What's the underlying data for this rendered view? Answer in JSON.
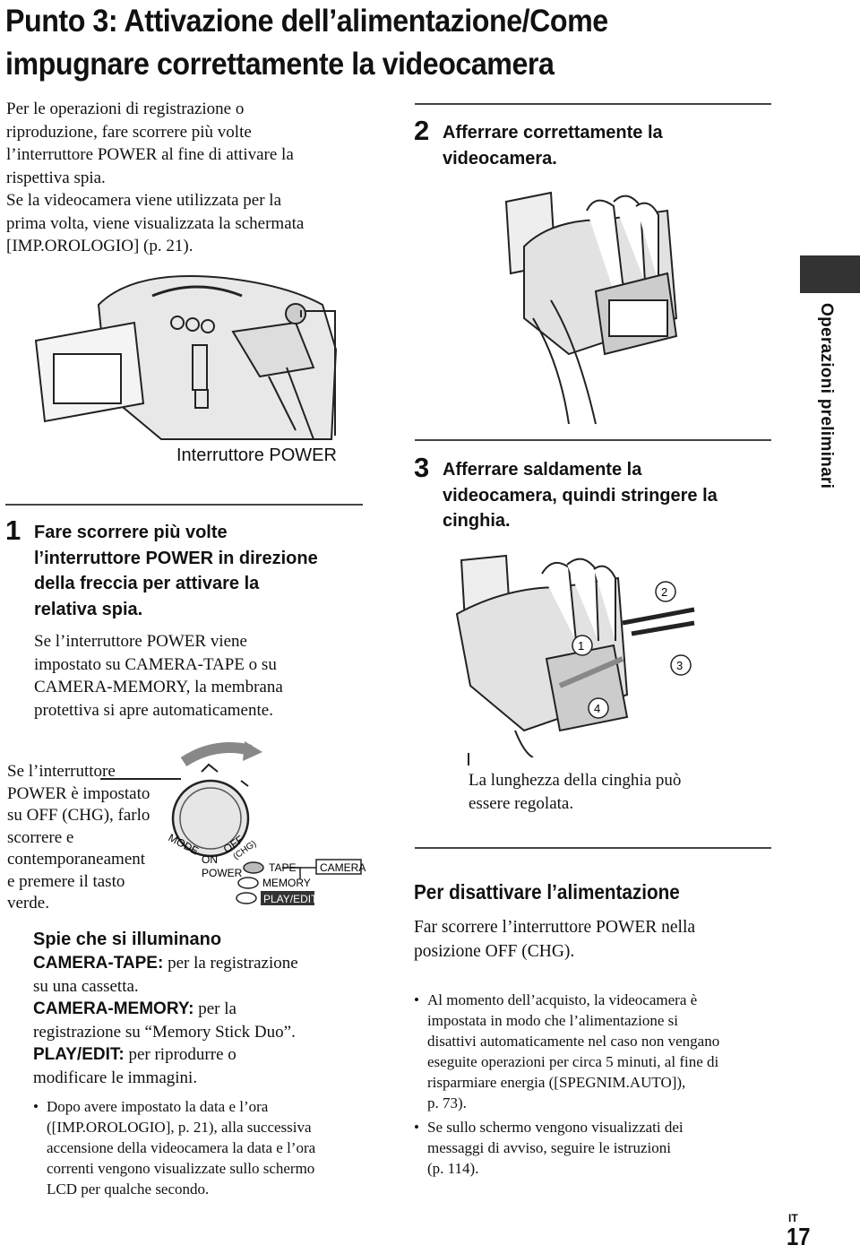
{
  "title": {
    "line1": "Punto 3: Attivazione dell’alimentazione/Come",
    "line2": "impugnare correttamente la videocamera"
  },
  "intro": {
    "lines": [
      "Per le operazioni di registrazione o",
      "riproduzione, fare scorrere più volte",
      "l’interruttore POWER al fine di attivare la",
      "rispettiva spia.",
      "Se la videocamera viene utilizzata per la",
      "prima volta, viene visualizzata la schermata",
      "[IMP.OROLOGIO] (p. 21)."
    ]
  },
  "callout_power": "Interruttore POWER",
  "step1": {
    "number": "1",
    "heading_lines": [
      "Fare scorrere più volte",
      "l’interruttore POWER in direzione",
      "della freccia per attivare la",
      "relativa spia."
    ],
    "body_lines": [
      "Se l’interruttore POWER viene",
      "impostato su CAMERA-TAPE o su",
      "CAMERA-MEMORY, la membrana",
      "protettiva si apre automaticamente."
    ]
  },
  "side_note": {
    "lines": [
      "Se l’interruttore",
      "POWER è impostato",
      "su OFF (CHG), farlo",
      "scorrere e",
      "contemporaneament",
      "e premere il tasto",
      "verde."
    ]
  },
  "switch_labels": {
    "mode": "MODE",
    "on": "ON",
    "power": "POWER",
    "off": "OFF",
    "chg": "(CHG)",
    "tape": "TAPE",
    "memory": "MEMORY",
    "camera": "CAMERA",
    "play_edit": "PLAY/EDIT"
  },
  "lamps": {
    "heading": "Spie che si illuminano",
    "items": [
      {
        "key": "CAMERA-TAPE:",
        "text1": " per la registrazione",
        "text2": "su una cassetta."
      },
      {
        "key": "CAMERA-MEMORY:",
        "text1": " per la",
        "text2": "registrazione su “Memory Stick Duo”."
      },
      {
        "key": "PLAY/EDIT:",
        "text1": " per riprodurre o",
        "text2": "modificare le immagini."
      }
    ],
    "bullet_lines": [
      "Dopo avere impostato la data e l’ora",
      "([IMP.OROLOGIO], p. 21), alla successiva",
      "accensione della videocamera la data e l’ora",
      "correnti vengono visualizzate sullo schermo",
      "LCD per qualche secondo."
    ]
  },
  "step2": {
    "number": "2",
    "heading_lines": [
      "Afferrare correttamente la",
      "videocamera."
    ]
  },
  "step3": {
    "number": "3",
    "heading_lines": [
      "Afferrare saldamente la",
      "videocamera, quindi stringere la",
      "cinghia."
    ],
    "callouts": [
      "1",
      "2",
      "3",
      "4"
    ],
    "note_lines": [
      "La lunghezza della cinghia può",
      "essere regolata."
    ]
  },
  "power_off": {
    "heading": "Per disattivare l’alimentazione",
    "body_lines": [
      "Far scorrere l’interruttore POWER nella",
      "posizione OFF (CHG)."
    ],
    "bullets": [
      [
        "Al momento dell’acquisto, la videocamera è",
        "impostata in modo che l’alimentazione si",
        "disattivi automaticamente nel caso non vengano",
        "eseguite operazioni per circa 5 minuti, al fine di",
        "risparmiare energia ([SPEGNIM.AUTO]),",
        "p. 73)."
      ],
      [
        "Se sullo schermo vengono visualizzati dei",
        "messaggi di avviso, seguire le istruzioni",
        "(p. 114)."
      ]
    ]
  },
  "side_tab": "Operazioni preliminari",
  "footer": {
    "lang": "IT",
    "page": "17"
  }
}
